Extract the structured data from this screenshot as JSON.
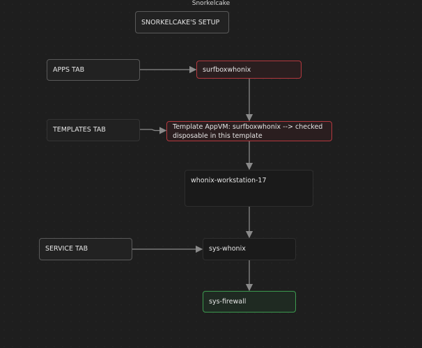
{
  "title": "Snorkelcake",
  "nodes": {
    "setup": "SNORKELCAKE'S SETUP",
    "apps_tab": "APPS TAB",
    "surfboxwhonix": "surfboxwhonix",
    "templates_tab": "TEMPLATES TAB",
    "template_appvm": "Template AppVM: surfboxwhonix --> checked disposable in this template",
    "whonix_ws": "whonix-workstation-17",
    "service_tab": "SERVICE TAB",
    "sys_whonix": "sys-whonix",
    "sys_firewall": "sys-firewall"
  },
  "colors": {
    "highlight_red": "#b5393f",
    "highlight_green": "#3c9a4f",
    "edge": "#8a8a8a"
  }
}
